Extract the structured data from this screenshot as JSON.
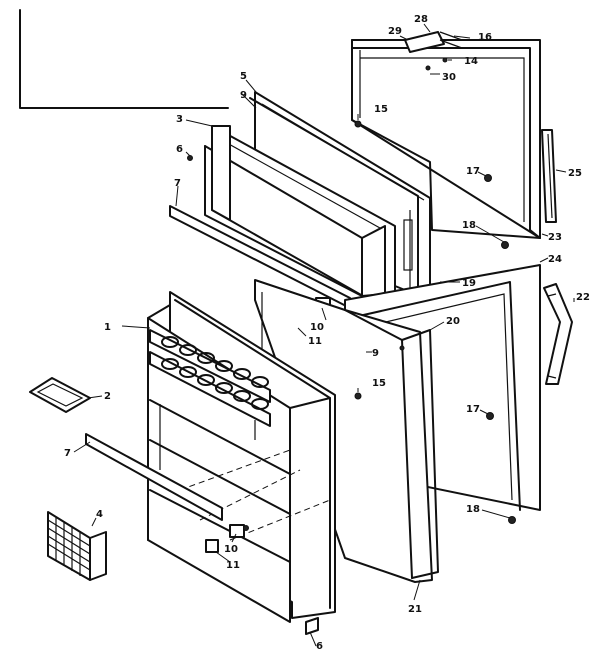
{
  "diagram": {
    "callouts": [
      {
        "id": "c1",
        "text": "1"
      },
      {
        "id": "c2",
        "text": "2"
      },
      {
        "id": "c3",
        "text": "3"
      },
      {
        "id": "c4",
        "text": "4"
      },
      {
        "id": "c5",
        "text": "5"
      },
      {
        "id": "c6a",
        "text": "6"
      },
      {
        "id": "c6b",
        "text": "6"
      },
      {
        "id": "c7a",
        "text": "7"
      },
      {
        "id": "c7b",
        "text": "7"
      },
      {
        "id": "c9a",
        "text": "9"
      },
      {
        "id": "c9b",
        "text": "9"
      },
      {
        "id": "c10a",
        "text": "10"
      },
      {
        "id": "c10b",
        "text": "10"
      },
      {
        "id": "c11a",
        "text": "11"
      },
      {
        "id": "c11b",
        "text": "11"
      },
      {
        "id": "c14",
        "text": "14"
      },
      {
        "id": "c15a",
        "text": "15"
      },
      {
        "id": "c15b",
        "text": "15"
      },
      {
        "id": "c16",
        "text": "16"
      },
      {
        "id": "c17a",
        "text": "17"
      },
      {
        "id": "c17b",
        "text": "17"
      },
      {
        "id": "c18a",
        "text": "18"
      },
      {
        "id": "c18b",
        "text": "18"
      },
      {
        "id": "c19",
        "text": "19"
      },
      {
        "id": "c20",
        "text": "20"
      },
      {
        "id": "c21",
        "text": "21"
      },
      {
        "id": "c22",
        "text": "22"
      },
      {
        "id": "c23",
        "text": "23"
      },
      {
        "id": "c24",
        "text": "24"
      },
      {
        "id": "c25",
        "text": "25"
      },
      {
        "id": "c28",
        "text": "28"
      },
      {
        "id": "c29",
        "text": "29"
      },
      {
        "id": "c30",
        "text": "30"
      }
    ]
  }
}
